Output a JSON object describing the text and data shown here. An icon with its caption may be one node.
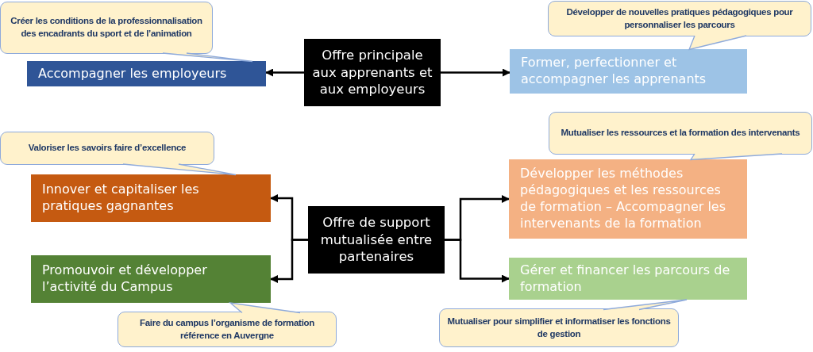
{
  "diagram": {
    "nodes": [
      {
        "text": [
          "Créer les conditions de la professionnalisation des encadrants du sport et de l’animation"
        ]
      },
      {
        "text": [
          "Accompagner les employeurs"
        ]
      },
      {
        "text": [
          "Offre principale aux apprenants et aux employeurs"
        ]
      },
      {
        "text": [
          "Former, perfectionner et accompagner les apprenants"
        ]
      },
      {
        "text": [
          "Développer de nouvelles pratiques pédagogiques pour personnaliser les parcours"
        ]
      },
      {
        "text": [
          "Valoriser les savoirs faire d’excellence"
        ]
      },
      {
        "text": [
          "Innover et capitaliser les pratiques gagnantes"
        ]
      },
      {
        "text": [
          "Promouvoir et développer l’activité du Campus"
        ]
      },
      {
        "text": [
          "Faire du campus l’organisme de formation référence en Auvergne"
        ]
      },
      {
        "text": [
          "Offre de support mutualisée entre partenaires"
        ]
      },
      {
        "text": [
          "Mutualiser les ressources et la formation des intervenants"
        ]
      },
      {
        "text": [
          "Développer les méthodes pédagogiques et les ressources de formation – Accompagner les intervenants de la formation"
        ]
      },
      {
        "text": [
          "Gérer et financer les parcours de formation"
        ]
      },
      {
        "text": [
          "Mutualiser pour simplifier et informatiser les fonctions de gestion"
        ]
      }
    ],
    "edges": [
      {
        "from": 2,
        "to": 1,
        "arrow": "to"
      },
      {
        "from": 2,
        "to": 3,
        "arrow": "to"
      },
      {
        "from": 9,
        "to": 6,
        "arrow": "to"
      },
      {
        "from": 9,
        "to": 7,
        "arrow": "to"
      },
      {
        "from": 9,
        "to": 11,
        "arrow": "to"
      },
      {
        "from": 9,
        "to": 12,
        "arrow": "to"
      }
    ]
  }
}
